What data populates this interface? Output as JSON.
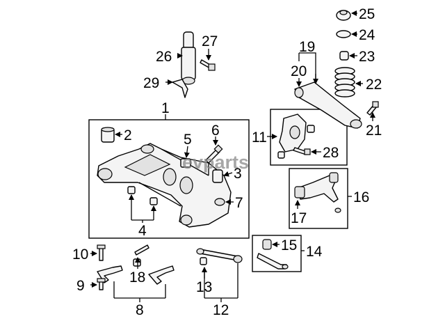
{
  "watermark": "evparts",
  "callouts": {
    "c1": "1",
    "c2": "2",
    "c3": "3",
    "c4": "4",
    "c5": "5",
    "c6": "6",
    "c7": "7",
    "c8": "8",
    "c9": "9",
    "c10": "10",
    "c11": "11",
    "c12": "12",
    "c13": "13",
    "c14": "14",
    "c15": "15",
    "c16": "16",
    "c17": "17",
    "c18": "18",
    "c19": "19",
    "c20": "20",
    "c21": "21",
    "c22": "22",
    "c23": "23",
    "c24": "24",
    "c25": "25",
    "c26": "26",
    "c27": "27",
    "c28": "28",
    "c29": "29"
  }
}
